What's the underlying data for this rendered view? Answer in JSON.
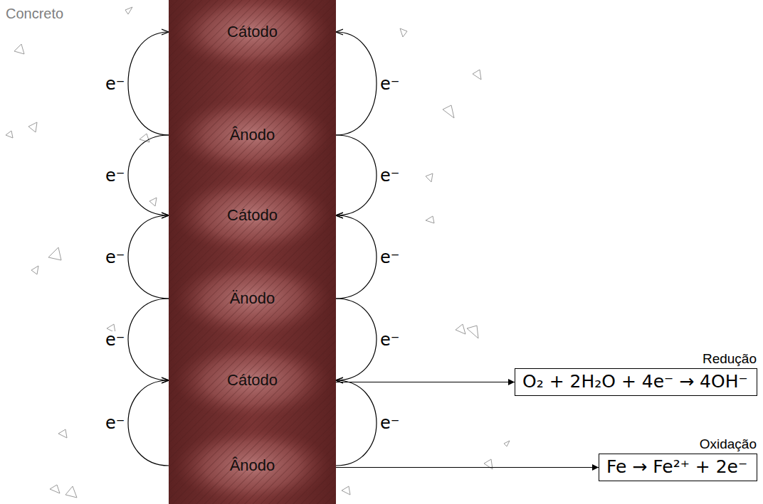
{
  "diagram": {
    "nodes": [
      {
        "text": [
          "Cátodo"
        ]
      },
      {
        "text": [
          "Ânodo"
        ]
      },
      {
        "text": [
          "Cátodo"
        ]
      },
      {
        "text": [
          "Änodo"
        ]
      },
      {
        "text": [
          "Cátodo"
        ]
      },
      {
        "text": [
          "Ânodo"
        ]
      },
      {
        "text": [
          "Redução",
          "O₂ + 2H₂O + 4e⁻ → 4OH⁻"
        ]
      },
      {
        "text": [
          "Oxidação",
          "Fe → Fe²⁺ + 2e⁻"
        ]
      }
    ],
    "edges": [
      {
        "from": 1,
        "to": 0,
        "arrow": "to",
        "label": "e⁻"
      },
      {
        "from": 1,
        "to": 2,
        "arrow": "to",
        "label": "e⁻"
      },
      {
        "from": 3,
        "to": 2,
        "arrow": "to",
        "label": "e⁻"
      },
      {
        "from": 3,
        "to": 4,
        "arrow": "to",
        "label": "e⁻"
      },
      {
        "from": 5,
        "to": 4,
        "arrow": "to",
        "label": "e⁻"
      },
      {
        "from": 1,
        "to": 0,
        "arrow": "to",
        "label": "e⁻"
      },
      {
        "from": 1,
        "to": 2,
        "arrow": "to",
        "label": "e⁻"
      },
      {
        "from": 3,
        "to": 2,
        "arrow": "to",
        "label": "e⁻"
      },
      {
        "from": 3,
        "to": 4,
        "arrow": "to",
        "label": "e⁻"
      },
      {
        "from": 5,
        "to": 4,
        "arrow": "to",
        "label": "e⁻"
      },
      {
        "from": 4,
        "to": 6,
        "arrow": "to"
      },
      {
        "from": 5,
        "to": 7,
        "arrow": "to"
      }
    ],
    "labels": [
      "Concreto"
    ]
  }
}
